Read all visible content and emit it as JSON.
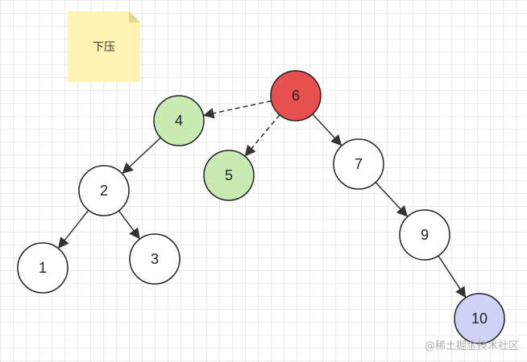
{
  "note": {
    "text": "下压",
    "fill": "#fff4b3",
    "fold": "#e8d98a"
  },
  "nodes": [
    {
      "id": "n6",
      "label": "6",
      "fill": "#e85050"
    },
    {
      "id": "n4",
      "label": "4",
      "fill": "#c8ebb4"
    },
    {
      "id": "n5",
      "label": "5",
      "fill": "#c8ebb4"
    },
    {
      "id": "n7",
      "label": "7",
      "fill": "#ffffff"
    },
    {
      "id": "n2",
      "label": "2",
      "fill": "#ffffff"
    },
    {
      "id": "n9",
      "label": "9",
      "fill": "#ffffff"
    },
    {
      "id": "n1",
      "label": "1",
      "fill": "#ffffff"
    },
    {
      "id": "n3",
      "label": "3",
      "fill": "#ffffff"
    },
    {
      "id": "n10",
      "label": "10",
      "fill": "#cfd2f7"
    }
  ],
  "edges": [
    {
      "from": "n6",
      "to": "n4",
      "style": "dashed"
    },
    {
      "from": "n6",
      "to": "n5",
      "style": "dashed"
    },
    {
      "from": "n6",
      "to": "n7",
      "style": "solid"
    },
    {
      "from": "n4",
      "to": "n2",
      "style": "solid"
    },
    {
      "from": "n2",
      "to": "n1",
      "style": "solid"
    },
    {
      "from": "n2",
      "to": "n3",
      "style": "solid"
    },
    {
      "from": "n7",
      "to": "n9",
      "style": "solid"
    },
    {
      "from": "n9",
      "to": "n10",
      "style": "solid"
    }
  ],
  "watermark": "@稀土掘金技术社区"
}
